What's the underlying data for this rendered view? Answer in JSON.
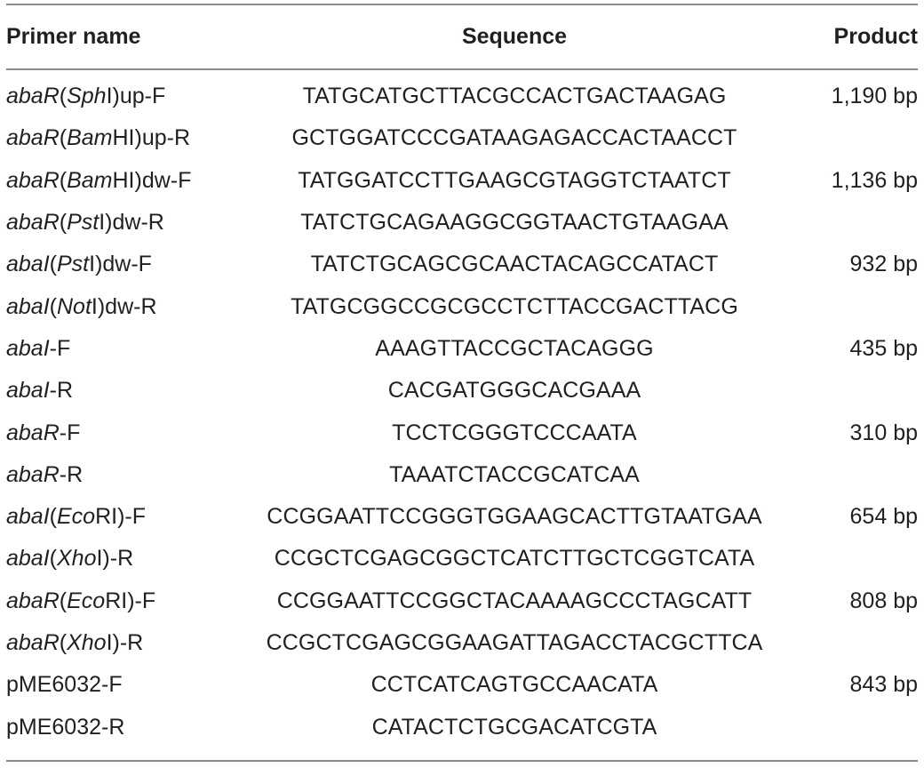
{
  "header": {
    "col_name": "Primer name",
    "col_sequence": "Sequence",
    "col_product": "Product"
  },
  "rows": [
    {
      "name": [
        {
          "t": "abaR",
          "i": true
        },
        {
          "t": "(",
          "i": false
        },
        {
          "t": "Sph",
          "i": true
        },
        {
          "t": "I)up-F",
          "i": false
        }
      ],
      "sequence": "TATGCATGCTTACGCCACTGACTAAGAG",
      "product": "1,190 bp"
    },
    {
      "name": [
        {
          "t": "abaR",
          "i": true
        },
        {
          "t": "(",
          "i": false
        },
        {
          "t": "Bam",
          "i": true
        },
        {
          "t": "HI)up-R",
          "i": false
        }
      ],
      "sequence": "GCTGGATCCCGATAAGAGACCACTAACCT",
      "product": ""
    },
    {
      "name": [
        {
          "t": "abaR",
          "i": true
        },
        {
          "t": "(",
          "i": false
        },
        {
          "t": "Bam",
          "i": true
        },
        {
          "t": "HI)dw-F",
          "i": false
        }
      ],
      "sequence": "TATGGATCCTTGAAGCGTAGGTCTAATCT",
      "product": "1,136 bp"
    },
    {
      "name": [
        {
          "t": "abaR",
          "i": true
        },
        {
          "t": "(",
          "i": false
        },
        {
          "t": "Pst",
          "i": true
        },
        {
          "t": "I)dw-R",
          "i": false
        }
      ],
      "sequence": "TATCTGCAGAAGGCGGTAACTGTAAGAA",
      "product": ""
    },
    {
      "name": [
        {
          "t": "abaI",
          "i": true
        },
        {
          "t": "(",
          "i": false
        },
        {
          "t": "Pst",
          "i": true
        },
        {
          "t": "I)dw-F",
          "i": false
        }
      ],
      "sequence": "TATCTGCAGCGCAACTACAGCCATACT",
      "product": "932 bp"
    },
    {
      "name": [
        {
          "t": "abaI",
          "i": true
        },
        {
          "t": "(",
          "i": false
        },
        {
          "t": "Not",
          "i": true
        },
        {
          "t": "I)dw-R",
          "i": false
        }
      ],
      "sequence": "TATGCGGCCGCGCCTCTTACCGACTTACG",
      "product": ""
    },
    {
      "name": [
        {
          "t": "abaI",
          "i": true
        },
        {
          "t": "-F",
          "i": false
        }
      ],
      "sequence": "AAAGTTACCGCTACAGGG",
      "product": "435 bp"
    },
    {
      "name": [
        {
          "t": "abaI",
          "i": true
        },
        {
          "t": "-R",
          "i": false
        }
      ],
      "sequence": "CACGATGGGCACGAAA",
      "product": ""
    },
    {
      "name": [
        {
          "t": "abaR",
          "i": true
        },
        {
          "t": "-F",
          "i": false
        }
      ],
      "sequence": "TCCTCGGGTCCCAATA",
      "product": "310 bp"
    },
    {
      "name": [
        {
          "t": "abaR",
          "i": true
        },
        {
          "t": "-R",
          "i": false
        }
      ],
      "sequence": "TAAATCTACCGCATCAA",
      "product": ""
    },
    {
      "name": [
        {
          "t": "abaI",
          "i": true
        },
        {
          "t": "(",
          "i": false
        },
        {
          "t": "Eco",
          "i": true
        },
        {
          "t": "RI)-F",
          "i": false
        }
      ],
      "sequence": "CCGGAATTCCGGGTGGAAGCACTTGTAATGAA",
      "product": "654 bp"
    },
    {
      "name": [
        {
          "t": "abaI",
          "i": true
        },
        {
          "t": "(",
          "i": false
        },
        {
          "t": "Xho",
          "i": true
        },
        {
          "t": "I)-R",
          "i": false
        }
      ],
      "sequence": "CCGCTCGAGCGGCTCATCTTGCTCGGTCATA",
      "product": ""
    },
    {
      "name": [
        {
          "t": "abaR",
          "i": true
        },
        {
          "t": "(",
          "i": false
        },
        {
          "t": "Eco",
          "i": true
        },
        {
          "t": "RI)-F",
          "i": false
        }
      ],
      "sequence": "CCGGAATTCCGGCTACAAAAGCCCTAGCATT",
      "product": "808 bp"
    },
    {
      "name": [
        {
          "t": "abaR",
          "i": true
        },
        {
          "t": "(",
          "i": false
        },
        {
          "t": "Xho",
          "i": true
        },
        {
          "t": "I)-R",
          "i": false
        }
      ],
      "sequence": "CCGCTCGAGCGGAAGATTAGACCTACGCTTCA",
      "product": ""
    },
    {
      "name": [
        {
          "t": "pME6032-F",
          "i": false
        }
      ],
      "sequence": "CCTCATCAGTGCCAACATA",
      "product": "843 bp"
    },
    {
      "name": [
        {
          "t": "pME6032-R",
          "i": false
        }
      ],
      "sequence": "CATACTCTGCGACATCGTA",
      "product": ""
    }
  ]
}
